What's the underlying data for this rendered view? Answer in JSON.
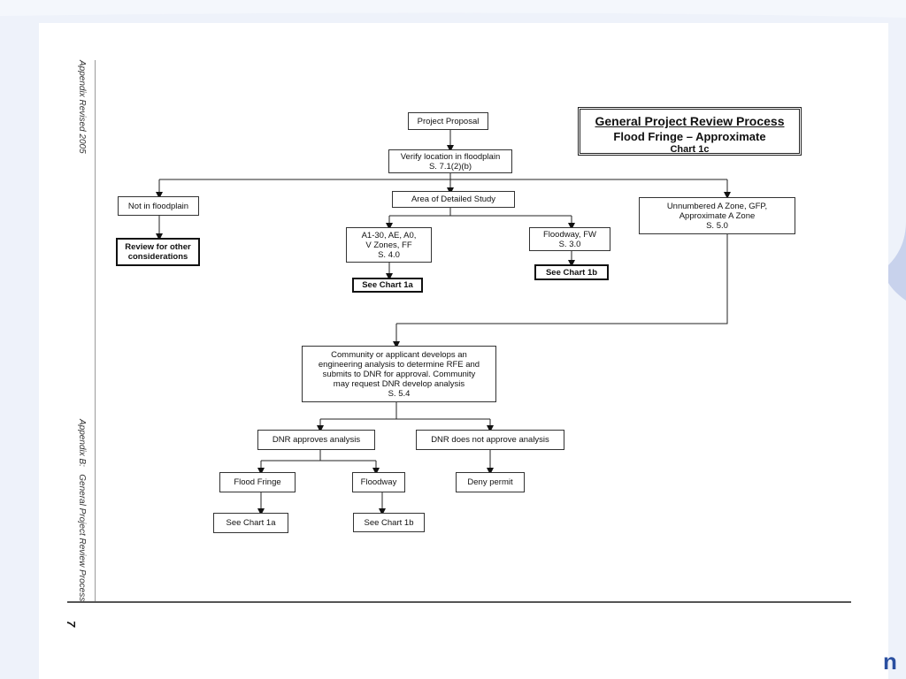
{
  "colors": {
    "background": "#eef2fa",
    "page": "#ffffff",
    "swoosh": "#c8d2ec",
    "logo": "#2a4fa0"
  },
  "sidebar": {
    "revised_label": "Appendix Revised 2005",
    "appendix_label": "Appendix B:   General Project Review Process",
    "page_number": "7"
  },
  "title": {
    "line1": "General Project Review Process",
    "line2": "Flood Fringe – Approximate",
    "line3": "Chart 1c"
  },
  "nodes": {
    "project_proposal": "Project Proposal",
    "verify_location": "Verify location in floodplain\nS. 7.1(2)(b)",
    "not_in_floodplain": "Not in floodplain",
    "review_other": "Review for other\nconsiderations",
    "area_detailed": "Area of Detailed Study",
    "unnumbered": "Unnumbered A Zone, GFP,\nApproximate A Zone\nS. 5.0",
    "a1_30": "A1-30, AE, A0,\nV Zones, FF\nS. 4.0",
    "floodway_fw": "Floodway, FW\nS. 3.0",
    "see_chart_1a_top": "See Chart 1a",
    "see_chart_1b_top": "See Chart 1b",
    "community": "Community or applicant develops an\nengineering analysis to determine RFE and\nsubmits to DNR for approval. Community\nmay request DNR develop analysis\nS. 5.4",
    "dnr_approves": "DNR approves analysis",
    "dnr_not_approve": "DNR does not approve analysis",
    "flood_fringe": "Flood Fringe",
    "floodway": "Floodway",
    "deny_permit": "Deny permit",
    "see_chart_1a_bottom": "See Chart 1a",
    "see_chart_1b_bottom": "See Chart 1b"
  },
  "logo_fragment": "n"
}
